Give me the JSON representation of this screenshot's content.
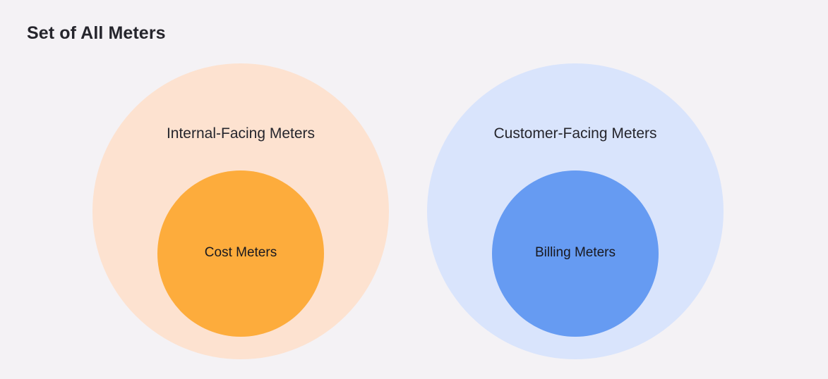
{
  "page": {
    "title": "Set of All Meters",
    "background_color": "#F4F2F5",
    "title_color": "#25252C"
  },
  "diagram": {
    "type": "venn-nested-sets",
    "groups": [
      {
        "key": "internal",
        "outer_label": "Internal-Facing Meters",
        "inner_label": "Cost Meters",
        "outer_color": "#FDE2D0",
        "inner_color": "#FDAC3C"
      },
      {
        "key": "customer",
        "outer_label": "Customer-Facing Meters",
        "inner_label": "Billing Meters",
        "outer_color": "#D9E4FC",
        "inner_color": "#669BF2"
      }
    ]
  }
}
